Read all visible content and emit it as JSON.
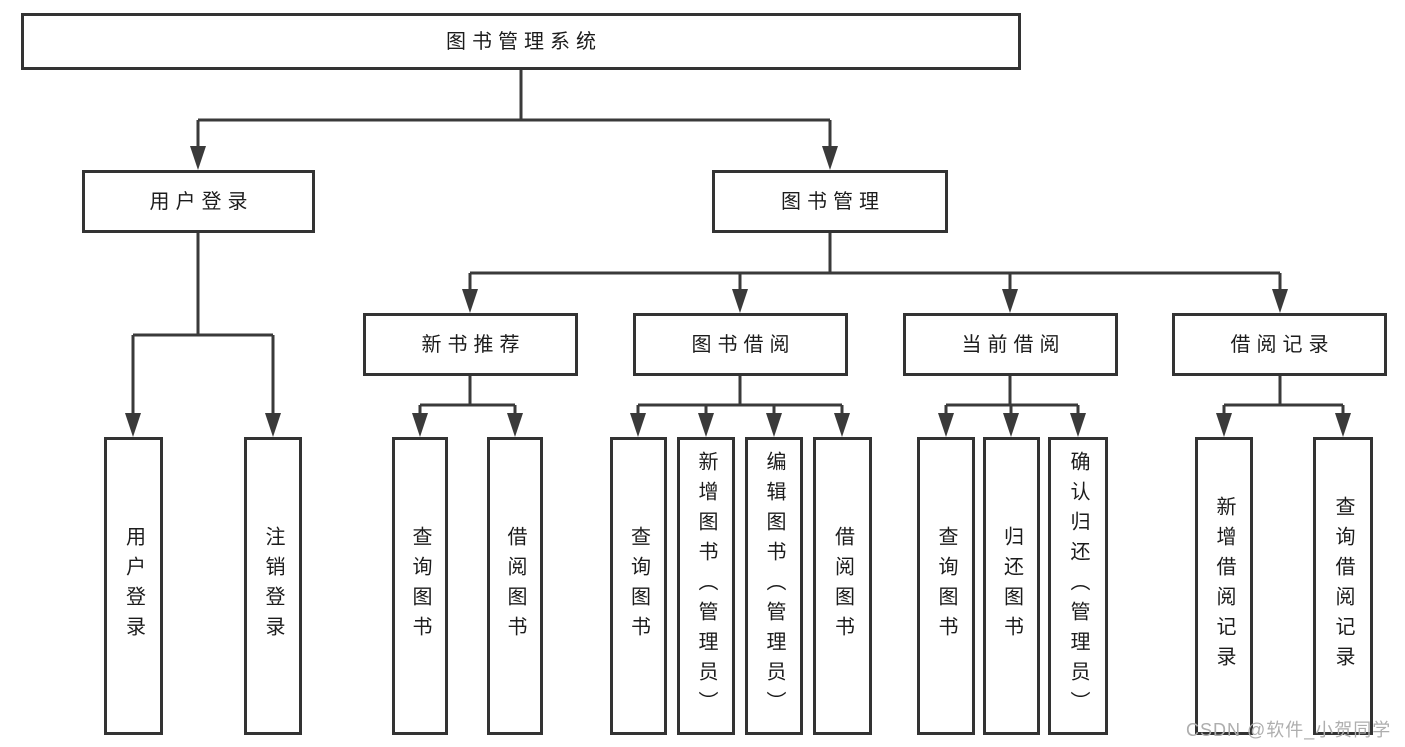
{
  "diagram": {
    "type": "tree-diagram",
    "background": "#ffffff",
    "colors": {
      "line": "#3a3a3a",
      "box_border": "#333333",
      "box_fill": "#ffffff",
      "text": "#1c1c1c",
      "watermark": "#aeaeae"
    },
    "nodes": {
      "root": {
        "label": "图书管理系统"
      },
      "userLogin": {
        "label": "用户登录"
      },
      "bookMgmt": {
        "label": "图书管理"
      },
      "newBookRec": {
        "label": "新书推荐"
      },
      "bookBorrow": {
        "label": "图书借阅"
      },
      "currentBorrow": {
        "label": "当前借阅"
      },
      "borrowRecords": {
        "label": "借阅记录"
      },
      "leafUserLogin": {
        "label": "用户登录"
      },
      "leafLogout": {
        "label": "注销登录"
      },
      "leafSearchBooksA": {
        "label": "查询图书"
      },
      "leafBorrowBooksA": {
        "label": "借阅图书"
      },
      "leafSearchBooksB": {
        "label": "查询图书"
      },
      "leafAddBooks": {
        "label": "新增图书（管理员）"
      },
      "leafEditBooks": {
        "label": "编辑图书（管理员）"
      },
      "leafBorrowBooksB": {
        "label": "借阅图书"
      },
      "leafSearchBooksC": {
        "label": "查询图书"
      },
      "leafReturnBooks": {
        "label": "归还图书"
      },
      "leafConfirmReturn": {
        "label": "确认归还（管理员）"
      },
      "leafAddRecord": {
        "label": "新增借阅记录"
      },
      "leafSearchRecord": {
        "label": "查询借阅记录"
      }
    },
    "hierarchy": {
      "图书管理系统": {
        "用户登录": [
          "用户登录",
          "注销登录"
        ],
        "图书管理": {
          "新书推荐": [
            "查询图书",
            "借阅图书"
          ],
          "图书借阅": [
            "查询图书",
            "新增图书（管理员）",
            "编辑图书（管理员）",
            "借阅图书"
          ],
          "当前借阅": [
            "查询图书",
            "归还图书",
            "确认归还（管理员）"
          ],
          "借阅记录": [
            "新增借阅记录",
            "查询借阅记录"
          ]
        }
      }
    },
    "watermark": "CSDN @软件_小贺同学"
  }
}
